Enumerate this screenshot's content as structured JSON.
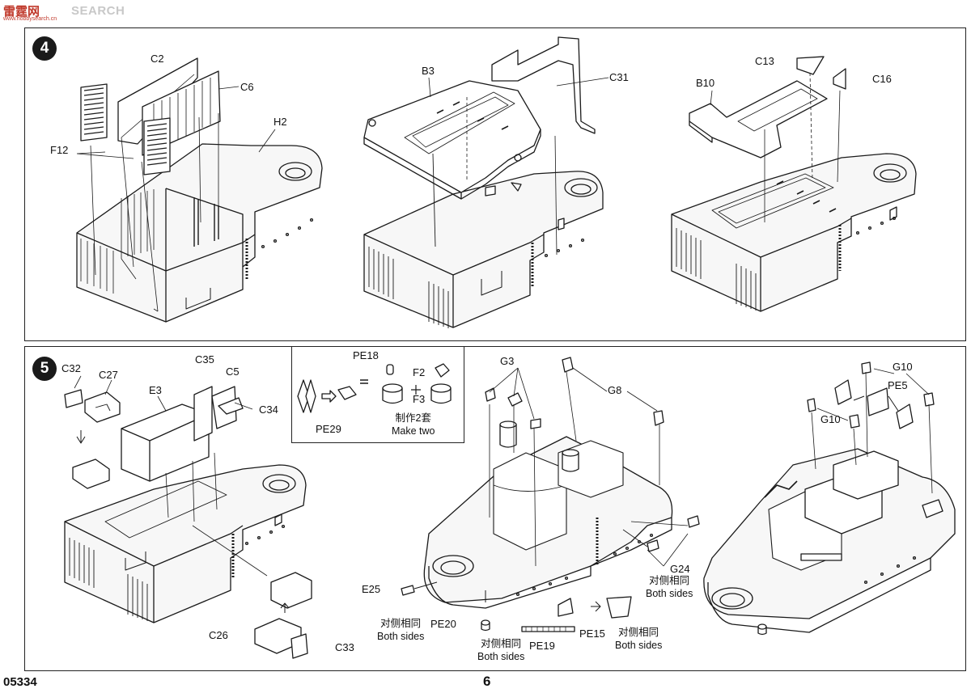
{
  "watermark": {
    "logo": "雷霆网",
    "text": "SEARCH",
    "sub": "www.hobbysearch.cn"
  },
  "steps": {
    "step4": "4",
    "step5": "5"
  },
  "parts": {
    "c2": "C2",
    "c6": "C6",
    "h2": "H2",
    "f12": "F12",
    "b3": "B3",
    "c31": "C31",
    "c13": "C13",
    "c16": "C16",
    "b10": "B10",
    "c32": "C32",
    "c27": "C27",
    "e3": "E3",
    "c35": "C35",
    "c5": "C5",
    "c34": "C34",
    "c26": "C26",
    "c33": "C33",
    "pe18": "PE18",
    "f2": "F2",
    "f3": "F3",
    "pe29": "PE29",
    "g3": "G3",
    "g8": "G8",
    "g24": "G24",
    "e25": "E25",
    "pe20": "PE20",
    "pe19": "PE19",
    "pe15": "PE15",
    "g10a": "G10",
    "pe5": "PE5",
    "g10b": "G10"
  },
  "notes": {
    "make_two_cn": "制作2套",
    "make_two_en": "Make two",
    "both_sides_cn": "对侧相同",
    "both_sides_en": "Both sides"
  },
  "footer": {
    "code": "05334",
    "page": "6"
  }
}
